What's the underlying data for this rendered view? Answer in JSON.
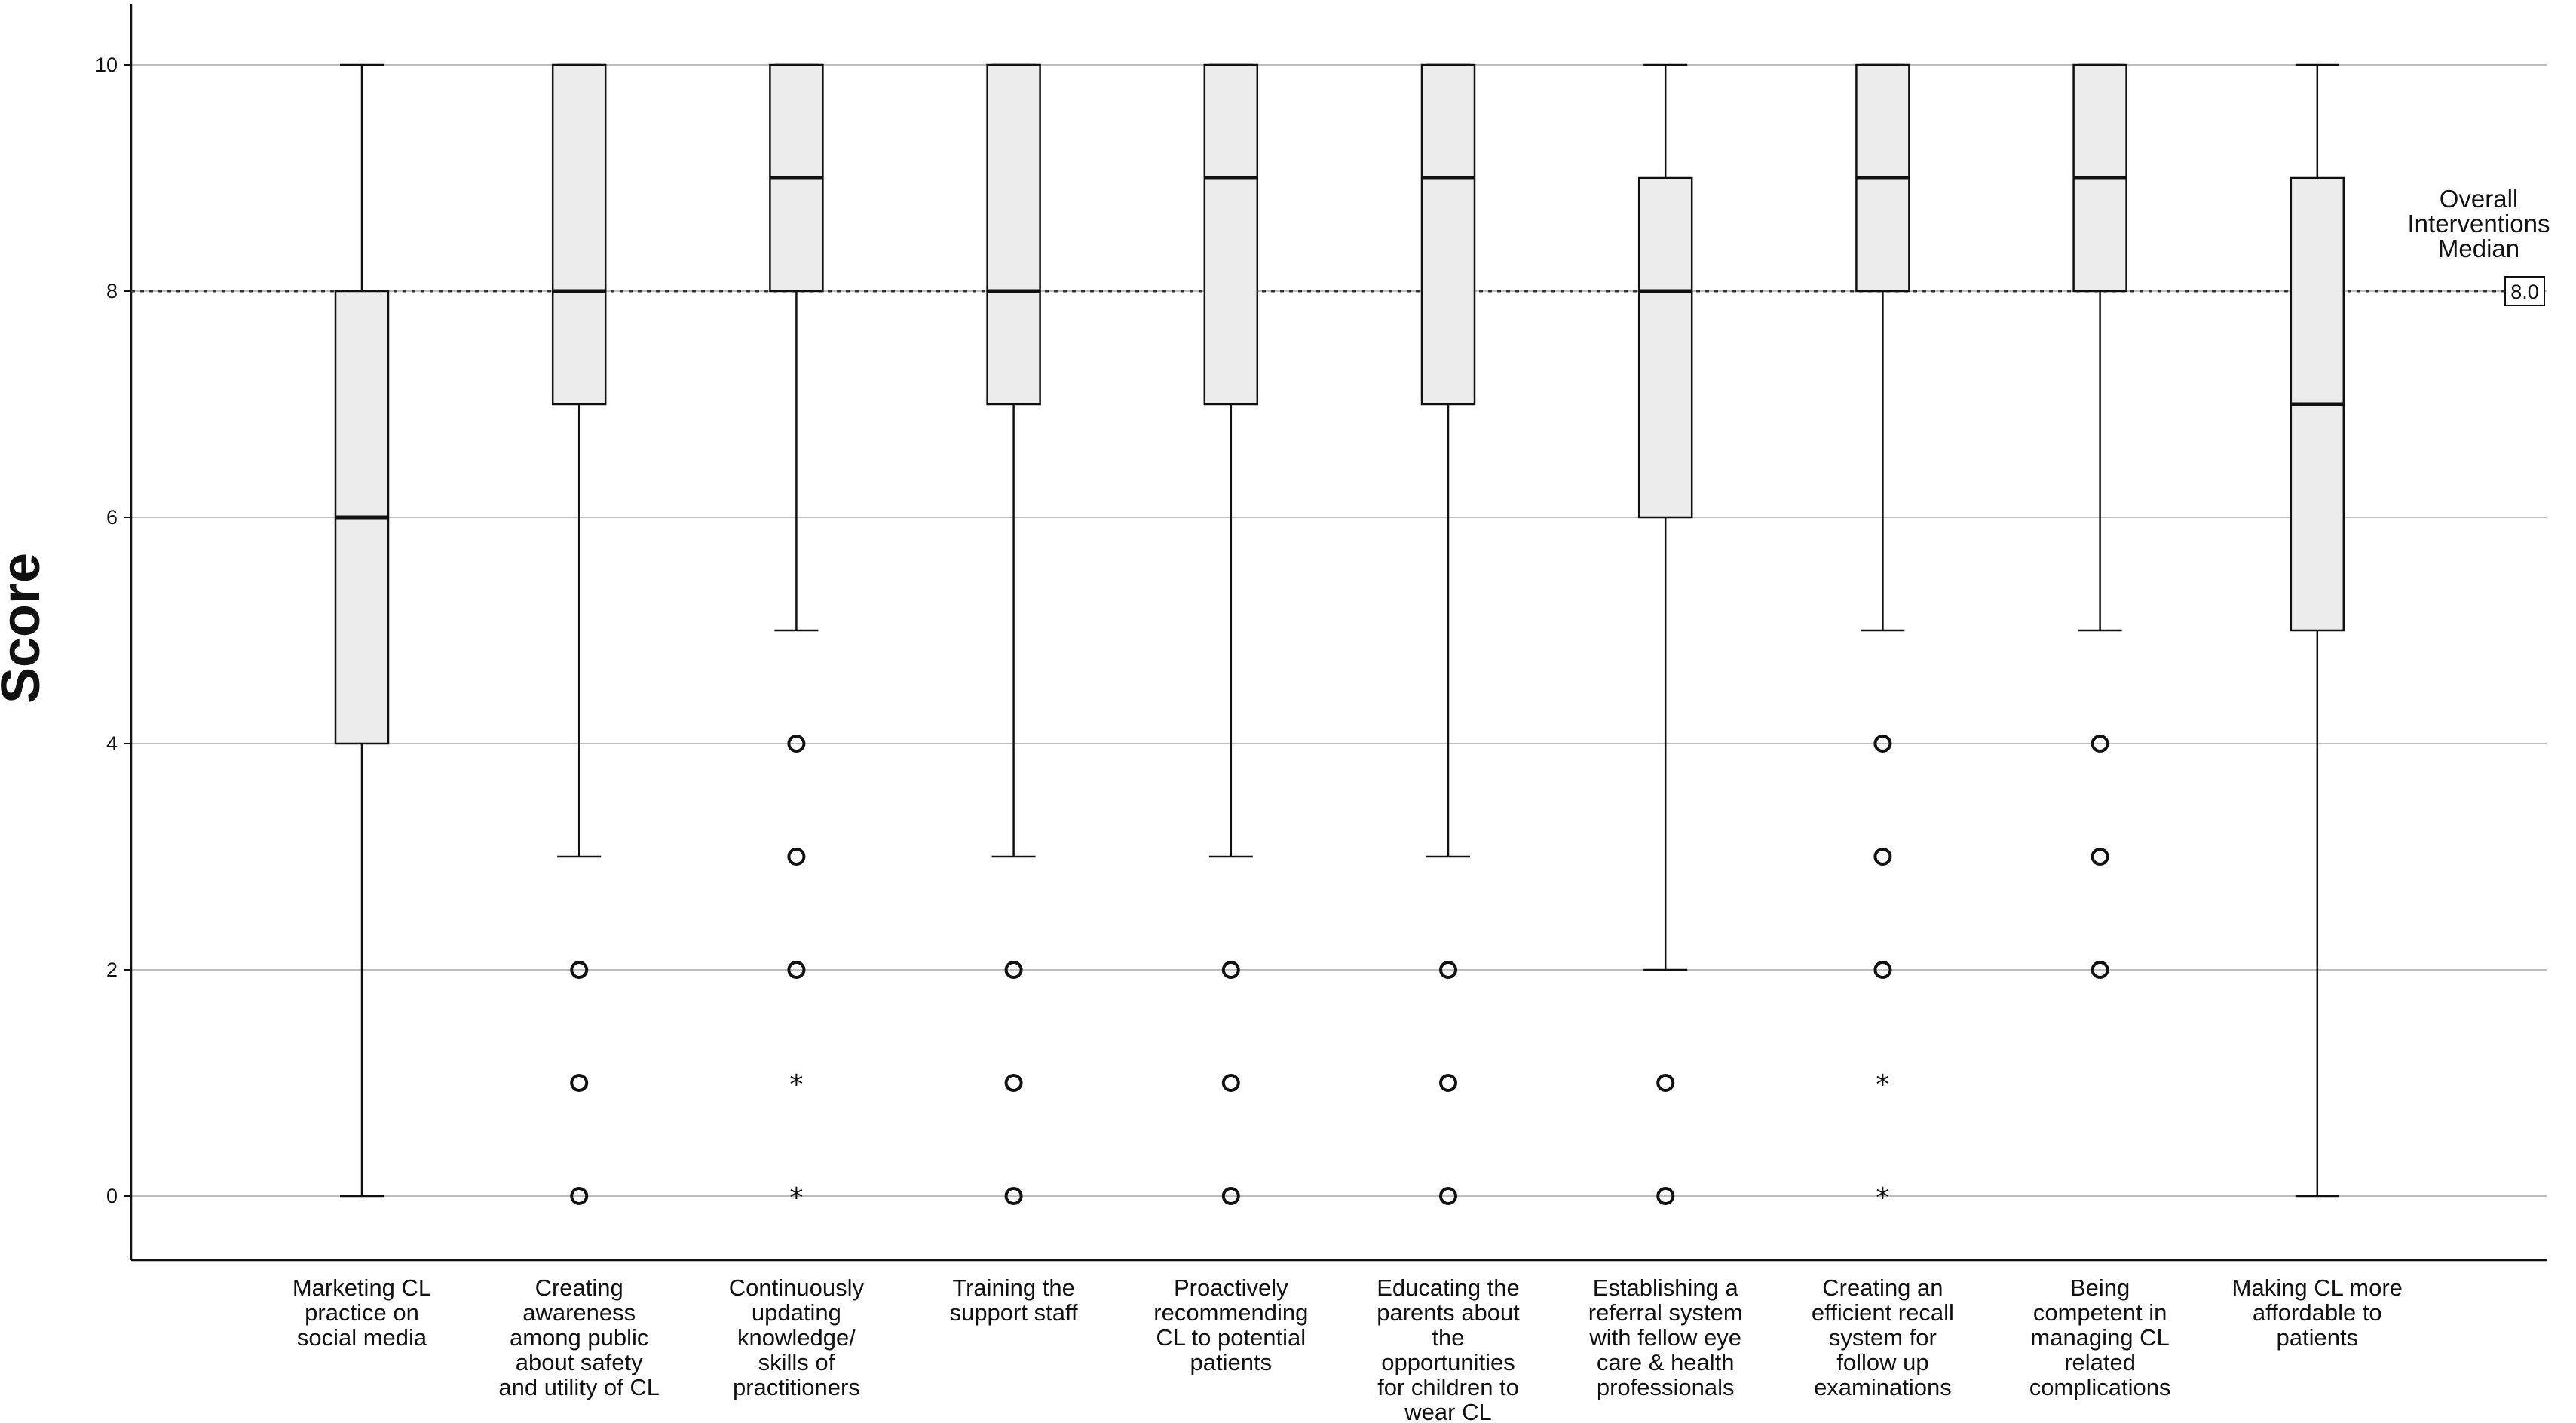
{
  "chart_data": {
    "type": "boxplot",
    "ylabel": "Score",
    "xlabel": "",
    "ylim": [
      0,
      10
    ],
    "yticks": [
      0,
      2,
      4,
      6,
      8,
      10
    ],
    "grid": true,
    "reference_line": {
      "value": 8.0,
      "value_label": "8.0",
      "label_lines": [
        "Overall",
        "Interventions",
        "Median"
      ]
    },
    "categories": [
      {
        "label_lines": [
          "Marketing CL",
          "practice on",
          "social media"
        ],
        "q1": 4,
        "median": 6,
        "q3": 8,
        "whisker_low": 0,
        "whisker_high": 10,
        "outliers": [],
        "extremes": []
      },
      {
        "label_lines": [
          "Creating",
          "awareness",
          "among public",
          "about safety",
          "and utility of CL"
        ],
        "q1": 7,
        "median": 8,
        "q3": 10,
        "whisker_low": 3,
        "whisker_high": 10,
        "outliers": [
          2,
          1,
          0
        ],
        "extremes": []
      },
      {
        "label_lines": [
          "Continuously",
          "updating",
          "knowledge/",
          "skills of",
          "practitioners"
        ],
        "q1": 8,
        "median": 9,
        "q3": 10,
        "whisker_low": 5,
        "whisker_high": 10,
        "outliers": [
          4,
          3,
          2
        ],
        "extremes": [
          1,
          0
        ]
      },
      {
        "label_lines": [
          "Training the",
          "support staff"
        ],
        "q1": 7,
        "median": 8,
        "q3": 10,
        "whisker_low": 3,
        "whisker_high": 10,
        "outliers": [
          2,
          1,
          0
        ],
        "extremes": []
      },
      {
        "label_lines": [
          "Proactively",
          "recommending",
          "CL to potential",
          "patients"
        ],
        "q1": 7,
        "median": 9,
        "q3": 10,
        "whisker_low": 3,
        "whisker_high": 10,
        "outliers": [
          2,
          1,
          0
        ],
        "extremes": []
      },
      {
        "label_lines": [
          "Educating the",
          "parents about",
          "the",
          "opportunities",
          "for children to",
          "wear CL"
        ],
        "q1": 7,
        "median": 9,
        "q3": 10,
        "whisker_low": 3,
        "whisker_high": 10,
        "outliers": [
          2,
          1,
          0
        ],
        "extremes": []
      },
      {
        "label_lines": [
          "Establishing a",
          "referral system",
          "with fellow eye",
          "care & health",
          "professionals"
        ],
        "q1": 6,
        "median": 8,
        "q3": 9,
        "whisker_low": 2,
        "whisker_high": 10,
        "outliers": [
          1,
          0
        ],
        "extremes": []
      },
      {
        "label_lines": [
          "Creating an",
          "efficient recall",
          "system for",
          "follow up",
          "examinations"
        ],
        "q1": 8,
        "median": 9,
        "q3": 10,
        "whisker_low": 5,
        "whisker_high": 10,
        "outliers": [
          4,
          3,
          2
        ],
        "extremes": [
          1,
          0
        ]
      },
      {
        "label_lines": [
          "Being",
          "competent in",
          "managing CL",
          "related",
          "complications"
        ],
        "q1": 8,
        "median": 9,
        "q3": 10,
        "whisker_low": 5,
        "whisker_high": 10,
        "outliers": [
          4,
          3,
          2
        ],
        "extremes": []
      },
      {
        "label_lines": [
          "Making CL more",
          "affordable to",
          "patients"
        ],
        "q1": 5,
        "median": 7,
        "q3": 9,
        "whisker_low": 0,
        "whisker_high": 10,
        "outliers": [],
        "extremes": []
      }
    ],
    "colors": {
      "box_fill": "#ececec",
      "stroke": "#111111",
      "grid": "#bdbdbd",
      "background": "#ffffff"
    }
  }
}
